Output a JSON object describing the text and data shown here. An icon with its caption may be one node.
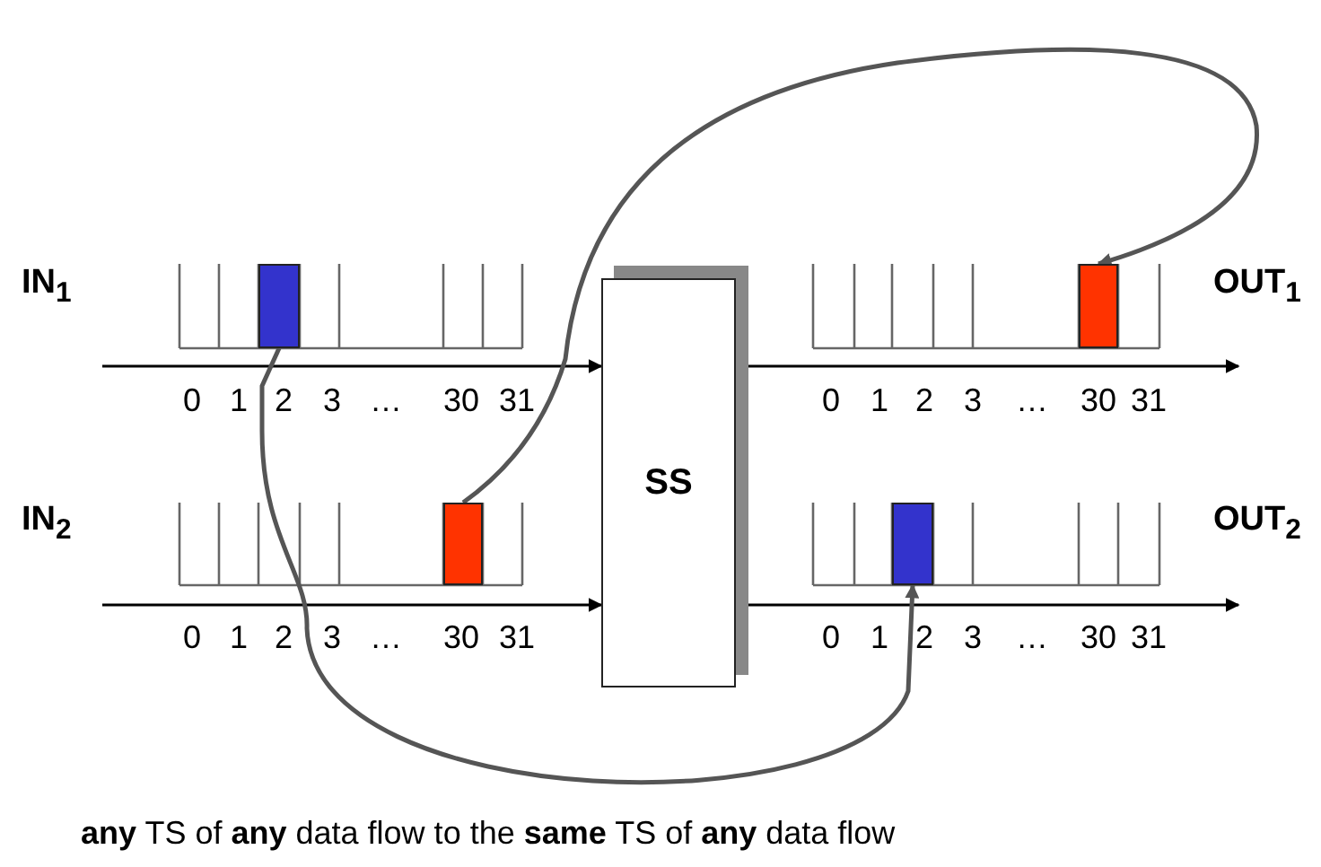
{
  "diagram": {
    "caption": "**any** TS of **any** data flow to the **same** TS of **any** data flow",
    "nodes": [
      {
        "text": [],
        "shape": "bar"
      },
      {
        "text": [
          "SS"
        ]
      },
      {
        "text": [],
        "shape": "bar"
      },
      {
        "text": [],
        "shape": "bar"
      },
      {
        "text": [],
        "shape": "bar"
      }
    ],
    "edges": [
      {
        "from": null,
        "to": 1,
        "arrow": "to"
      },
      {
        "from": 1,
        "to": null,
        "arrow": "to"
      },
      {
        "from": null,
        "to": 1,
        "arrow": "to"
      },
      {
        "from": 1,
        "to": null,
        "arrow": "to"
      },
      {
        "from": 0,
        "to": 4,
        "arrow": "to",
        "color": "#555555"
      },
      {
        "from": 3,
        "to": 2,
        "arrow": "to",
        "color": "#555555"
      }
    ],
    "labels": [
      "IN$_{1}$",
      "OUT$_{1}$",
      "0",
      "1",
      "2",
      "3",
      "…",
      "30",
      "31",
      "0",
      "1",
      "2",
      "3",
      "…",
      "30",
      "31",
      "IN$_{2}$",
      "OUT$_{2}$",
      "0",
      "1",
      "2",
      "3",
      "…",
      "30",
      "31",
      "0",
      "1",
      "2",
      "3",
      "…",
      "30",
      "31"
    ]
  }
}
